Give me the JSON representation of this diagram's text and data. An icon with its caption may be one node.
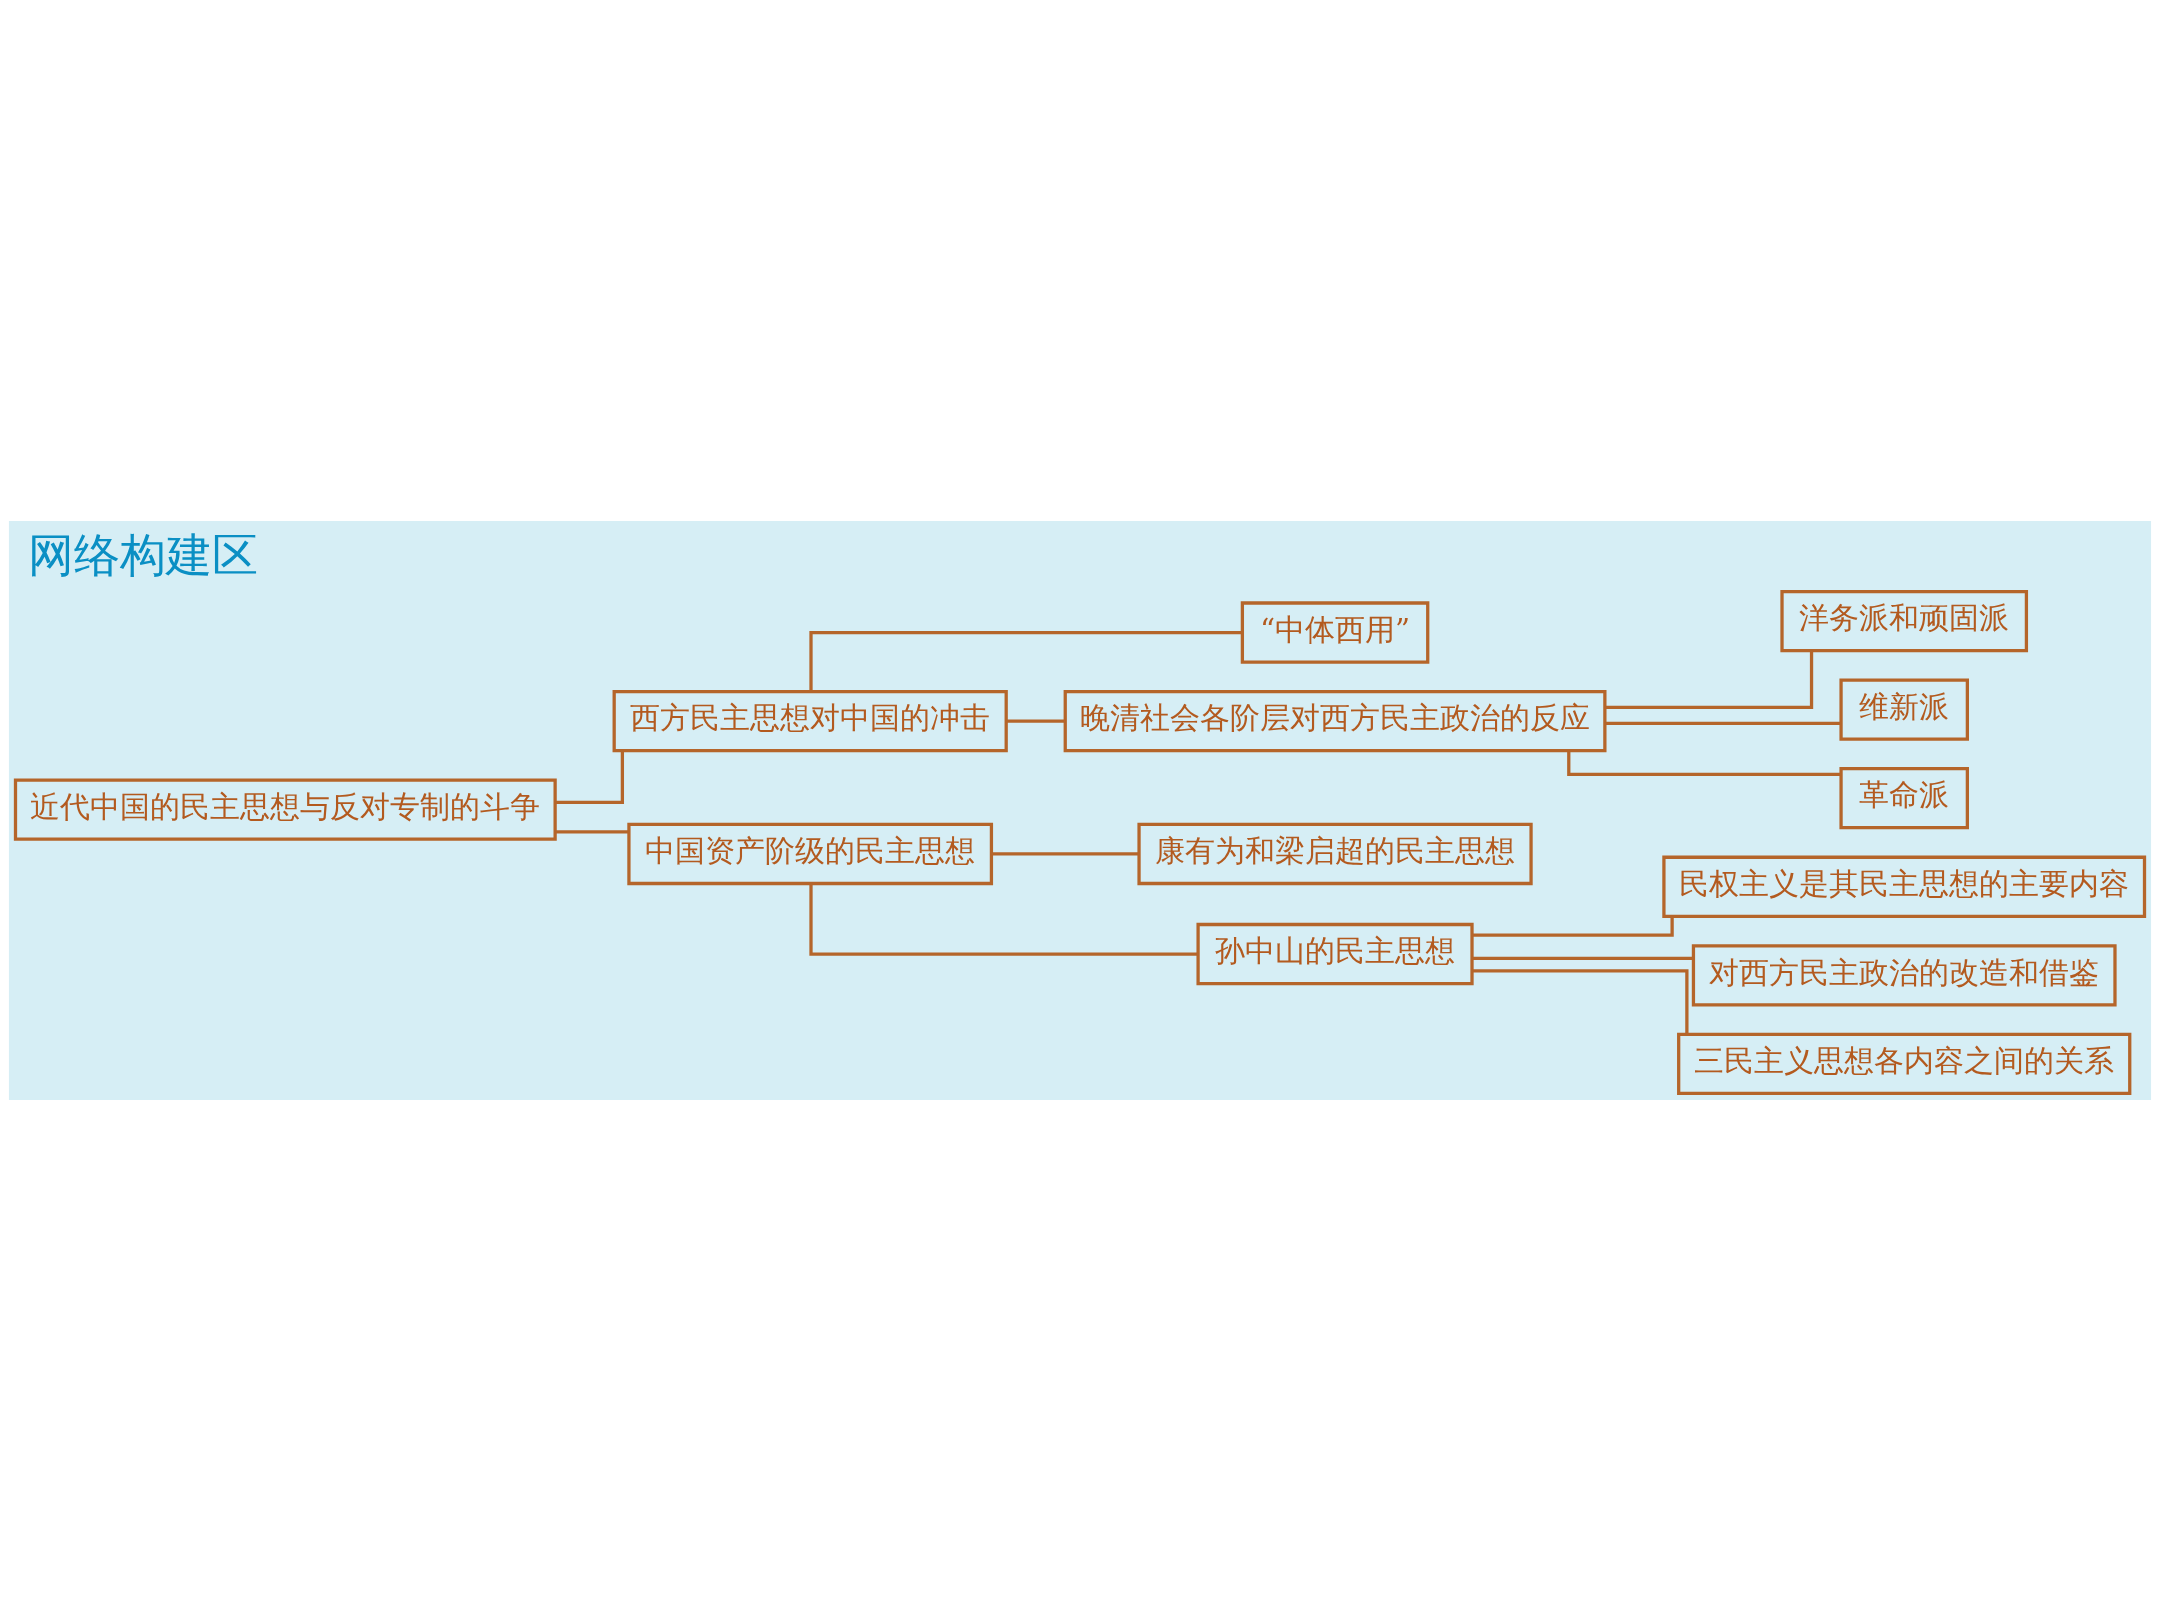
{
  "diagram": {
    "title": "网络构建区",
    "nodes": [
      {
        "text": [
          "近代中国的民主思想与反对专制的斗争"
        ]
      },
      {
        "text": [
          "西方民主思想对中国的冲击"
        ]
      },
      {
        "text": [
          "“中体西用”"
        ]
      },
      {
        "text": [
          "晚清社会各阶层对西方民主政治的反应"
        ]
      },
      {
        "text": [
          "洋务派和顽固派"
        ]
      },
      {
        "text": [
          "维新派"
        ]
      },
      {
        "text": [
          "革命派"
        ]
      },
      {
        "text": [
          "中国资产阶级的民主思想"
        ]
      },
      {
        "text": [
          "康有为和梁启超的民主思想"
        ]
      },
      {
        "text": [
          "孙中山的民主思想"
        ]
      },
      {
        "text": [
          "民权主义是其民主思想的主要内容"
        ]
      },
      {
        "text": [
          "对西方民主政治的改造和借鉴"
        ]
      },
      {
        "text": [
          "三民主义思想各内容之间的关系"
        ]
      }
    ],
    "edges": [
      {
        "from": 0,
        "to": 1,
        "arrow": "none"
      },
      {
        "from": 0,
        "to": 7,
        "arrow": "none"
      },
      {
        "from": 1,
        "to": 2,
        "arrow": "none"
      },
      {
        "from": 1,
        "to": 3,
        "arrow": "none"
      },
      {
        "from": 3,
        "to": 4,
        "arrow": "none"
      },
      {
        "from": 3,
        "to": 5,
        "arrow": "none"
      },
      {
        "from": 3,
        "to": 6,
        "arrow": "none"
      },
      {
        "from": 7,
        "to": 8,
        "arrow": "none"
      },
      {
        "from": 7,
        "to": 9,
        "arrow": "none"
      },
      {
        "from": 9,
        "to": 10,
        "arrow": "none"
      },
      {
        "from": 9,
        "to": 11,
        "arrow": "none"
      },
      {
        "from": 9,
        "to": 12,
        "arrow": "none"
      }
    ]
  }
}
